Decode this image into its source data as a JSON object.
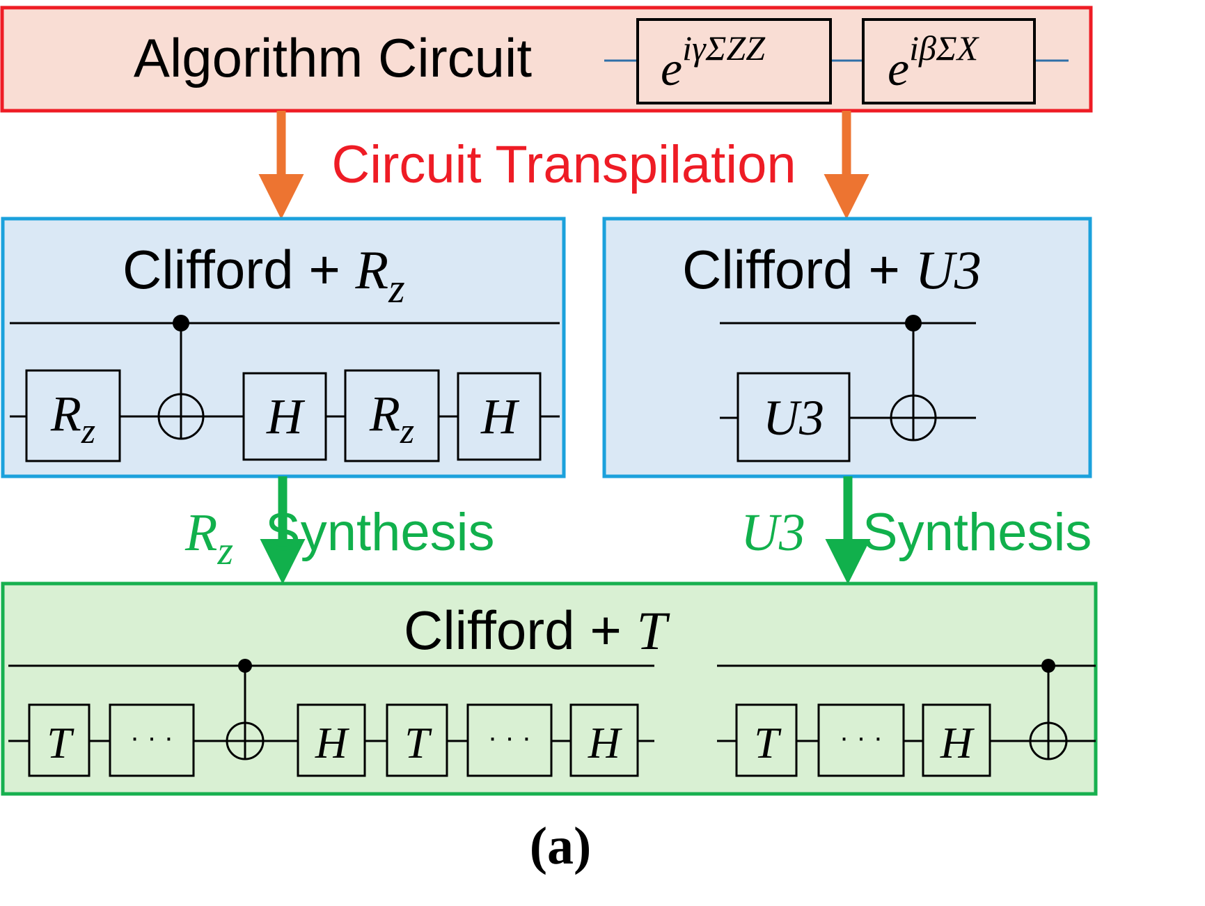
{
  "colors": {
    "algo_border": "#ee1c25",
    "algo_fill": "#f9ddd4",
    "mid_border": "#1ba1dc",
    "mid_fill": "#dae8f5",
    "bottom_border": "#17b04f",
    "bottom_fill": "#d9f0d3",
    "transpile_arrow": "#ed7431",
    "synthesis_arrow": "#11b04c",
    "transpile_text": "#ee1c25",
    "synthesis_text": "#11b04c",
    "wire": "#000000",
    "algo_wire": "#2e6fa8"
  },
  "algorithm": {
    "title": "Algorithm Circuit",
    "gate1": {
      "base": "e",
      "exponent": "iγΣZZ"
    },
    "gate2": {
      "base": "e",
      "exponent": "iβΣX"
    }
  },
  "transpilation": {
    "label": "Circuit Transpilation"
  },
  "clifford_rz": {
    "title_prefix": "Clifford + ",
    "title_symbol": "R",
    "title_sub": "z",
    "gates": {
      "rz1": {
        "symbol": "R",
        "sub": "z"
      },
      "h1": "H",
      "rz2": {
        "symbol": "R",
        "sub": "z"
      },
      "h2": "H"
    }
  },
  "clifford_u3": {
    "title_prefix": "Clifford + ",
    "title_symbol": "U3",
    "gate": "U3"
  },
  "synthesis_rz": {
    "symbol": "R",
    "sub": "z",
    "label": "Synthesis"
  },
  "synthesis_u3": {
    "symbol": "U3",
    "label": "Synthesis"
  },
  "clifford_t": {
    "title_prefix": "Clifford + ",
    "title_symbol": "T",
    "left_gates": [
      "T",
      "· · ·",
      "H",
      "T",
      "· · ·",
      "H"
    ],
    "right_gates": [
      "T",
      "· · ·",
      "H"
    ]
  },
  "caption": "(a)"
}
